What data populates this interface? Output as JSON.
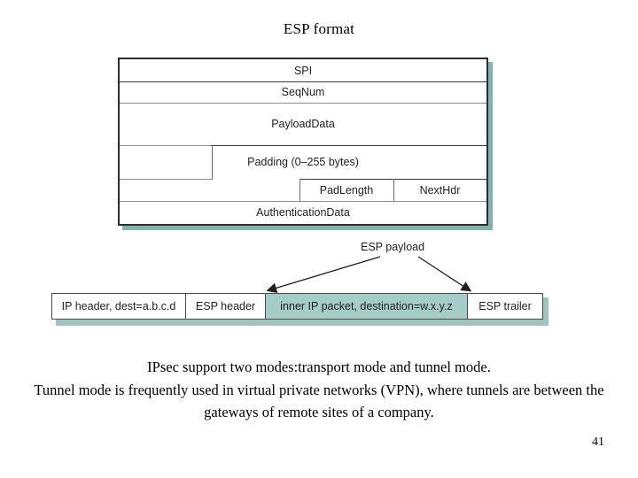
{
  "slide": {
    "title": "ESP format",
    "page_number": "41"
  },
  "esp_format": {
    "rows": [
      {
        "label": "SPI"
      },
      {
        "label": "SeqNum"
      },
      {
        "label": "PayloadData"
      },
      {
        "label": "Padding (0–255 bytes)"
      },
      {
        "label": "PadLength"
      },
      {
        "label": "NextHdr"
      },
      {
        "label": "AuthenticationData"
      }
    ],
    "colors": {
      "shadow": "#83b3ad",
      "border": "#2d2d2d",
      "inner_line": "#8a8a8a",
      "background": "#ffffff"
    }
  },
  "tunnel_diagram": {
    "annotation": "ESP payload",
    "cells": [
      {
        "label": "IP header, dest=a.b.c.d",
        "highlight": false
      },
      {
        "label": "ESP header",
        "highlight": false
      },
      {
        "label": "inner IP packet, destination=w.x.y.z",
        "highlight": true
      },
      {
        "label": "ESP trailer",
        "highlight": false
      }
    ],
    "colors": {
      "highlight": "#a5cdc8",
      "shadow": "#9ec5c0",
      "border": "#4a4a4a",
      "arrow": "#231f20"
    }
  },
  "body": {
    "paragraph_1": "IPsec support two modes:transport mode and tunnel mode.",
    "paragraph_2": "Tunnel mode is frequently used in virtual private networks (VPN), where tunnels are between the gateways of remote sites of a company."
  }
}
